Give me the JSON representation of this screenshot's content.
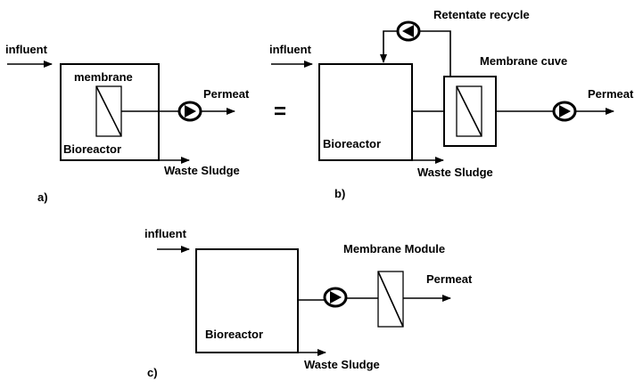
{
  "panel_a": {
    "influent": "influent",
    "membrane": "membrane",
    "permeat": "Permeat",
    "bioreactor": "Bioreactor",
    "waste_sludge": "Waste Sludge",
    "caption": "a)"
  },
  "equals": "=",
  "panel_b": {
    "retentate_recycle": "Retentate recycle",
    "influent": "influent",
    "membrane_cuve": "Membrane cuve",
    "permeat": "Permeat",
    "bioreactor": "Bioreactor",
    "waste_sludge": "Waste Sludge",
    "caption": "b)"
  },
  "panel_c": {
    "influent": "influent",
    "membrane_module": "Membrane Module",
    "permeat": "Permeat",
    "bioreactor": "Bioreactor",
    "waste_sludge": "Waste Sludge",
    "caption": "c)"
  }
}
